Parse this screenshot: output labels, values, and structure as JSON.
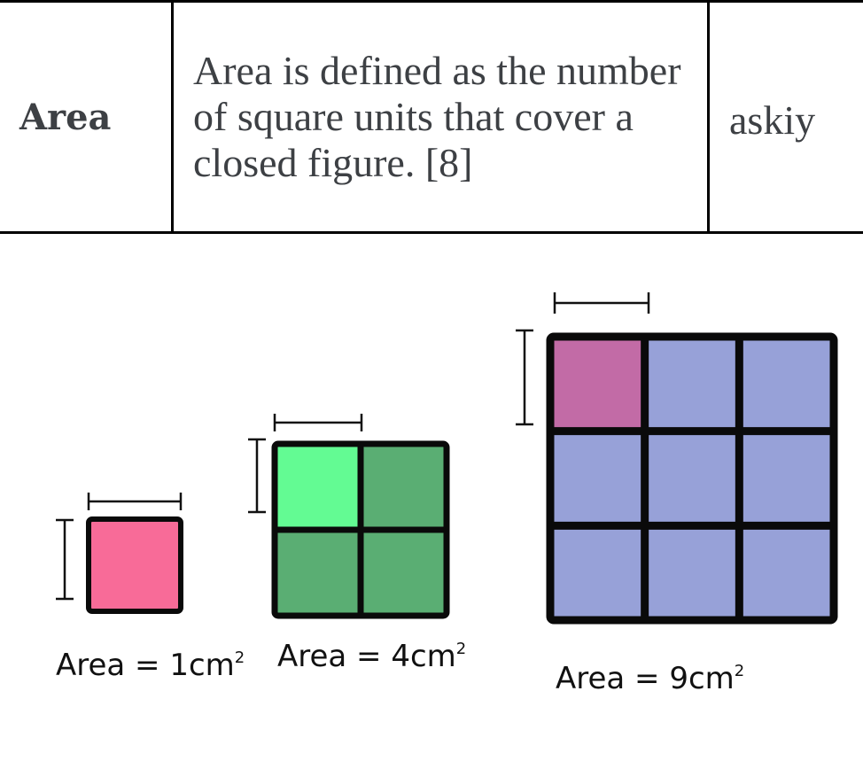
{
  "table": {
    "term": "Area",
    "definition": "Area is defined as the number of square units that cover a closed figure. [8]",
    "source": "askiy"
  },
  "figures": [
    {
      "grid_size": 1,
      "label": "Area = 1cm",
      "exponent": "2",
      "colors": {
        "highlight": "#f86b98",
        "fill": "#f86b98"
      }
    },
    {
      "grid_size": 2,
      "label": "Area = 4cm",
      "exponent": "2",
      "colors": {
        "highlight": "#63fb93",
        "fill": "#5aae73"
      }
    },
    {
      "grid_size": 3,
      "label": "Area = 9cm",
      "exponent": "2",
      "colors": {
        "highlight": "#c26ba6",
        "fill": "#97a1d8"
      }
    }
  ],
  "border_color": "#0a0a0a"
}
